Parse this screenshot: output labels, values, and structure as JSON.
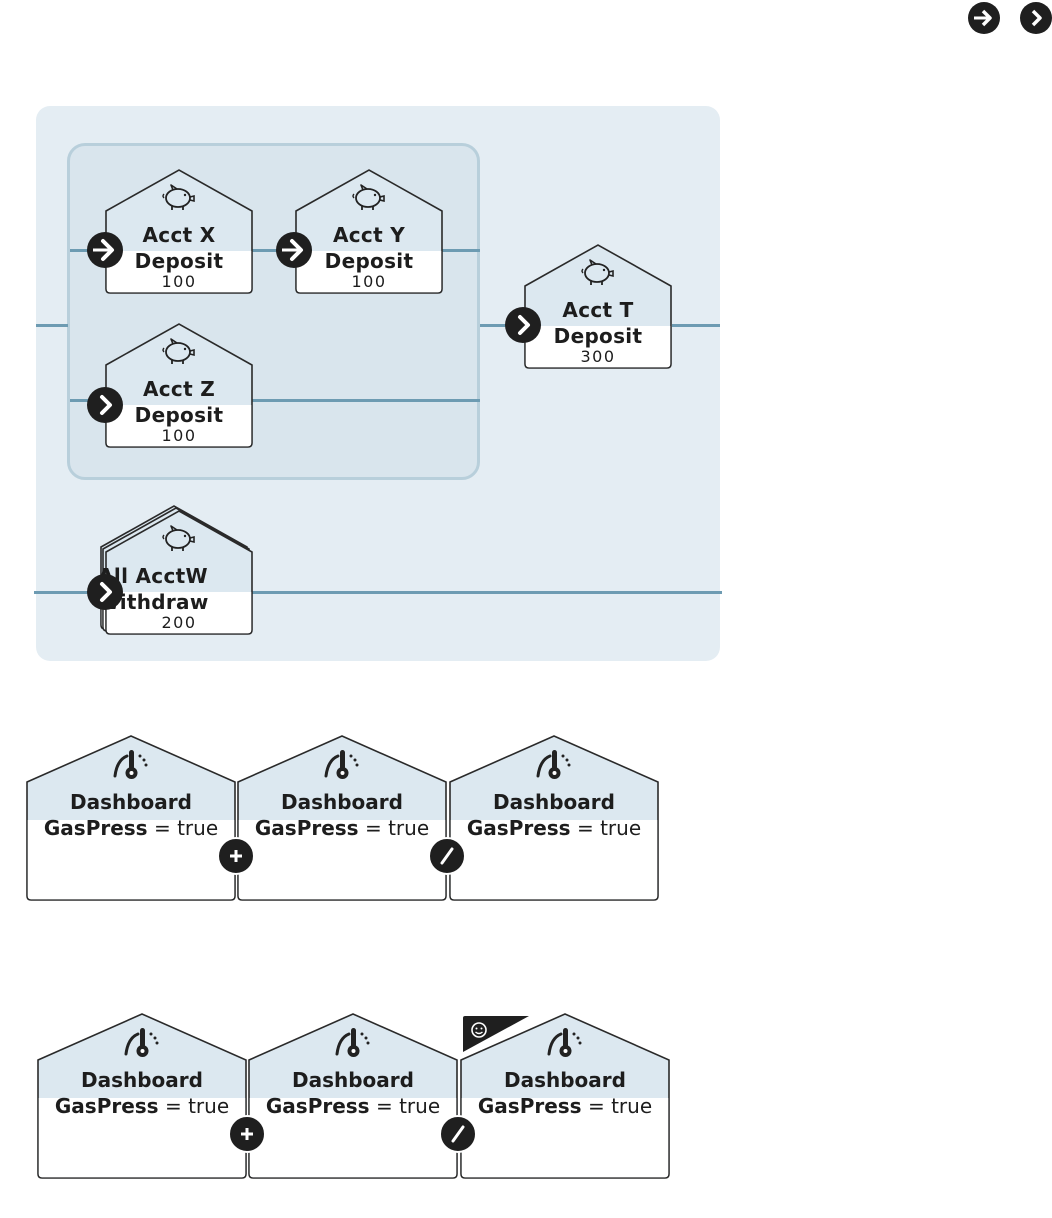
{
  "legend": {
    "icons": [
      "arrow-right-icon",
      "chevron-right-icon"
    ]
  },
  "diagram": {
    "nodes": {
      "acct_x": {
        "name": "Acct X",
        "action": "Deposit",
        "amount": "100"
      },
      "acct_y": {
        "name": "Acct Y",
        "action": "Deposit",
        "amount": "100"
      },
      "acct_z": {
        "name": "Acct Z",
        "action": "Deposit",
        "amount": "100"
      },
      "acct_t": {
        "name": "Acct T",
        "action": "Deposit",
        "amount": "300"
      },
      "all_acctw": {
        "name": "All AcctW",
        "action": "Withdraw",
        "amount": "200"
      }
    },
    "colors": {
      "panel": "#e4edf3",
      "group": "#d9e5ed",
      "lane": "#6d9bb2",
      "header_band": "#dce8f0"
    }
  },
  "dashboards": {
    "row1": [
      {
        "title": "Dashboard",
        "field": "GasPress",
        "op": "=",
        "value": "true"
      },
      {
        "title": "Dashboard",
        "field": "GasPress",
        "op": "=",
        "value": "true"
      },
      {
        "title": "Dashboard",
        "field": "GasPress",
        "op": "=",
        "value": "true"
      }
    ],
    "row1_connectors": [
      "plus-icon",
      "slash-icon"
    ],
    "row2": [
      {
        "title": "Dashboard",
        "field": "GasPress",
        "op": "=",
        "value": "true"
      },
      {
        "title": "Dashboard",
        "field": "GasPress",
        "op": "=",
        "value": "true"
      },
      {
        "title": "Dashboard",
        "field": "GasPress",
        "op": "=",
        "value": "true"
      }
    ],
    "row2_connectors": [
      "plus-icon",
      "slash-icon"
    ],
    "row2_corner_badge": "smiley-icon"
  }
}
